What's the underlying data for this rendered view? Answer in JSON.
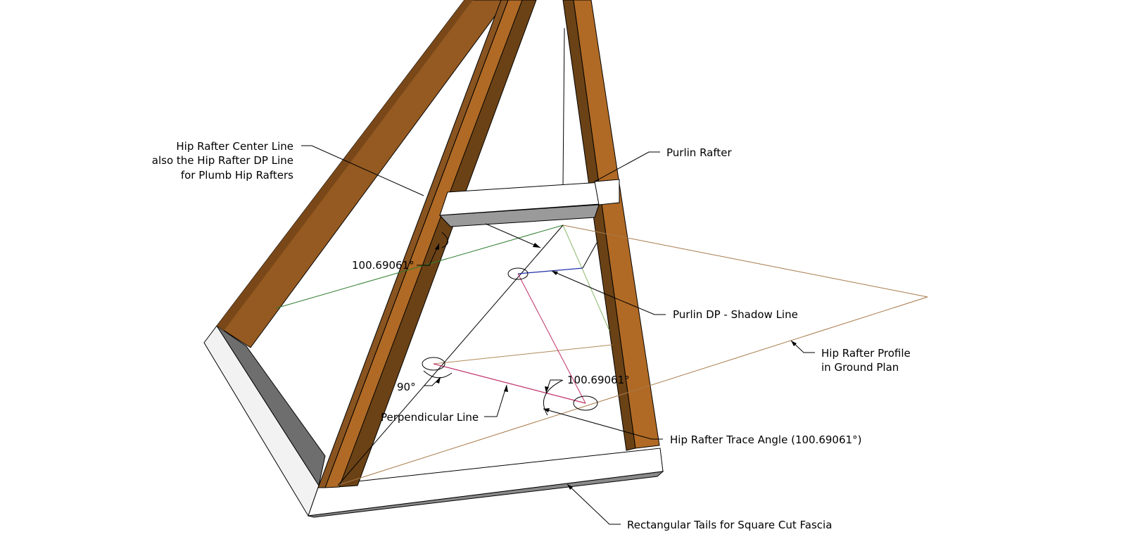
{
  "labels": {
    "hip_center_line_1": "Hip Rafter Center Line",
    "hip_center_line_2": "also the Hip Rafter DP Line",
    "hip_center_line_3": "for Plumb Hip Rafters",
    "purlin_rafter": "Purlin Rafter",
    "angle_left": "100.69061°",
    "purlin_dp": "Purlin DP - Shadow Line",
    "hip_profile_1": "Hip Rafter Profile",
    "hip_profile_2": "in Ground Plan",
    "angle_90": "90°",
    "angle_right": "100.69061°",
    "perpendicular": "Perpendicular Line",
    "trace_angle": "Hip Rafter Trace Angle (100.69061°)",
    "rect_tails": "Rectangular Tails for Square Cut Fascia"
  },
  "colors": {
    "wood": "#a8641f",
    "wood_dark": "#6b4216",
    "wood_light": "#b9732a",
    "fascia_face": "#f2f2f2",
    "fascia_shadow": "#6e6e6e",
    "green_line": "#2e7d2e",
    "blue_line": "#1f2fa8",
    "pink_line": "#c0306a",
    "tan_line": "#a87a4a",
    "light_green_line": "#8bb86a"
  }
}
